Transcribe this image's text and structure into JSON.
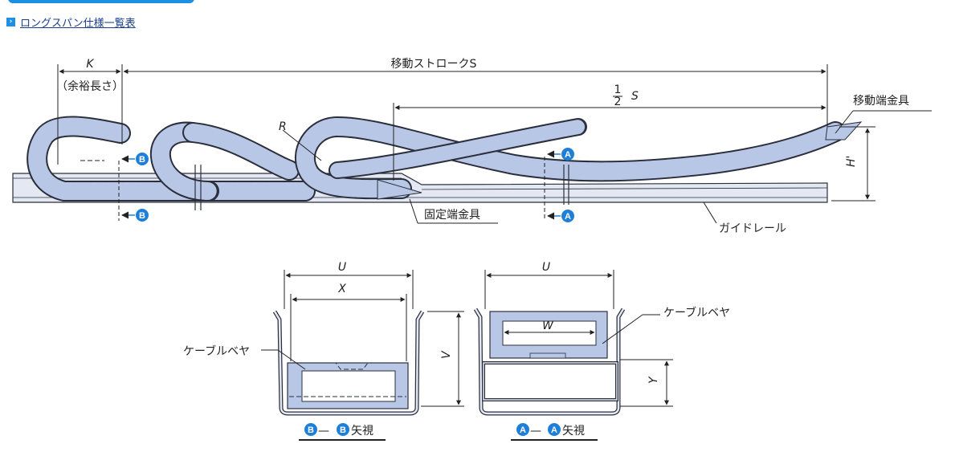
{
  "link": {
    "label": "ロングスパン仕様一覧表"
  },
  "labels": {
    "k": "K",
    "k_sub": "（余裕長さ）",
    "stroke": "移動ストロークS",
    "half_num": "1",
    "half_den": "2",
    "half_s": "S",
    "moving_fitting": "移動端金具",
    "fixed_fitting": "固定端金具",
    "guide_rail": "ガイドレール",
    "h_prime": "H'",
    "r": "R",
    "u_left": "U",
    "x": "X",
    "v": "V",
    "cable_left": "ケーブルベヤ",
    "u_right": "U",
    "w": "W",
    "y": "Y",
    "cable_right": "ケーブルベヤ",
    "marker_a": "A",
    "marker_b": "B",
    "view_b_suffix": "矢視",
    "view_a_suffix": "矢視",
    "dash": "—"
  },
  "colors": {
    "chain_fill": "#b9c7e6",
    "chain_stroke": "#2b2f3c",
    "accent": "#1e7fd8"
  }
}
